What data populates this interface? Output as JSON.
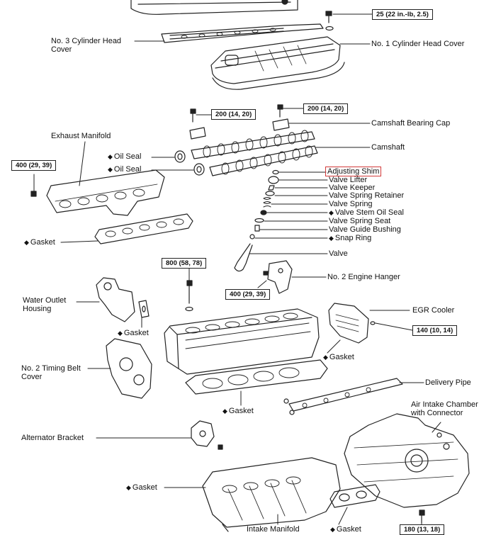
{
  "torques": {
    "t_head_cover": "25 (22 in.-lb, 2.5)",
    "t_cap_left": "200 (14, 20)",
    "t_cap_right": "200 (14, 20)",
    "t_exhaust": "400 (29, 39)",
    "t_head_bolt": "800 (58, 78)",
    "t_hanger": "400 (29, 39)",
    "t_egr": "140 (10, 14)",
    "t_intake": "180 (13, 18)"
  },
  "labels": {
    "no3_cover_l1": "No. 3 Cylinder Head",
    "no3_cover_l2": "Cover",
    "no1_cover": "No. 1 Cylinder Head Cover",
    "cam_cap": "Camshaft Bearing Cap",
    "camshaft": "Camshaft",
    "exhaust_manifold": "Exhaust Manifold",
    "oil_seal_1": "Oil Seal",
    "oil_seal_2": "Oil Seal",
    "adjusting_shim": "Adjusting Shim",
    "valve_lifter": "Valve Lifter",
    "valve_keeper": "Valve Keeper",
    "spring_retainer": "Valve Spring Retainer",
    "valve_spring": "Valve Spring",
    "stem_oil_seal": "Valve Stem Oil Seal",
    "spring_seat": "Valve Spring Seat",
    "guide_bushing": "Valve Guide Bushing",
    "snap_ring": "Snap Ring",
    "gasket_exhaust": "Gasket",
    "valve": "Valve",
    "no2_hanger": "No. 2 Engine Hanger",
    "water_outlet_l1": "Water Outlet",
    "water_outlet_l2": "Housing",
    "gasket_water": "Gasket",
    "egr_cooler": "EGR Cooler",
    "gasket_egr": "Gasket",
    "timing_cover_l1": "No. 2 Timing Belt",
    "timing_cover_l2": "Cover",
    "delivery_pipe": "Delivery Pipe",
    "gasket_head": "Gasket",
    "air_intake_l1": "Air Intake Chamber",
    "air_intake_l2": "with Connector",
    "alternator_bracket": "Alternator Bracket",
    "gasket_intake": "Gasket",
    "intake_manifold": "Intake Manifold",
    "gasket_bottom": "Gasket"
  },
  "symbols": {
    "non_reusable": "◆"
  },
  "colors": {
    "highlight": "#d23a3a",
    "ink": "#222222"
  },
  "highlighted_part": "adjusting_shim"
}
